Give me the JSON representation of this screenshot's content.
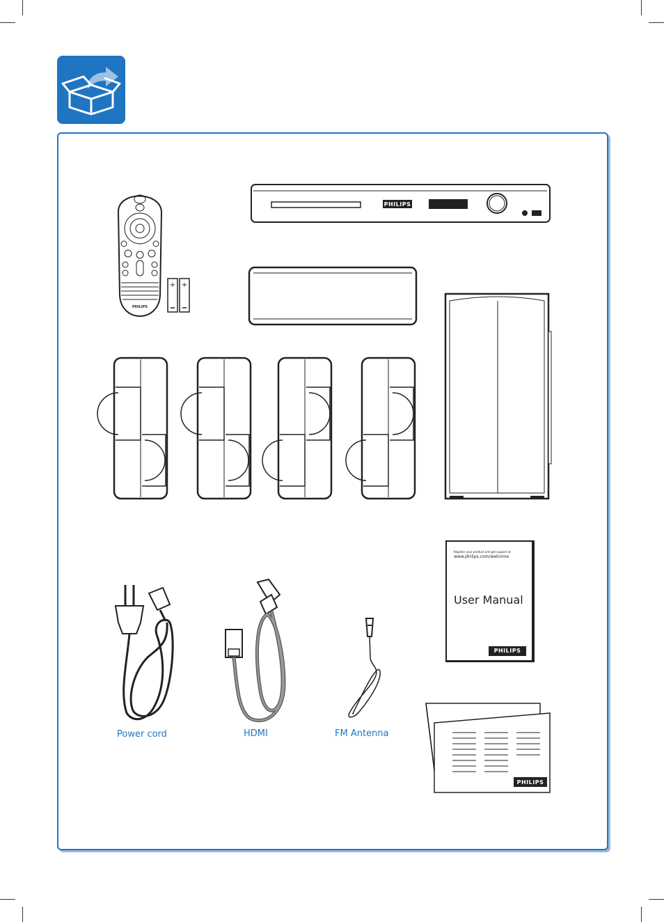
{
  "brand": "PHILIPS",
  "accent_color": "#1f75c2",
  "header": {
    "icon": "box-open-icon"
  },
  "items": {
    "power_cord": "Power cord",
    "hdmi": "HDMI",
    "fm_antenna": "FM Antenna"
  },
  "user_manual": {
    "small_text": "Register your product and get support at",
    "url": "www.philips.com/welcome",
    "title": "User Manual",
    "brand": "PHILIPS"
  },
  "quick_start": {
    "brand": "PHILIPS"
  },
  "remote": {
    "brand": "PHILIPS"
  },
  "player": {
    "brand": "PHILIPS"
  }
}
